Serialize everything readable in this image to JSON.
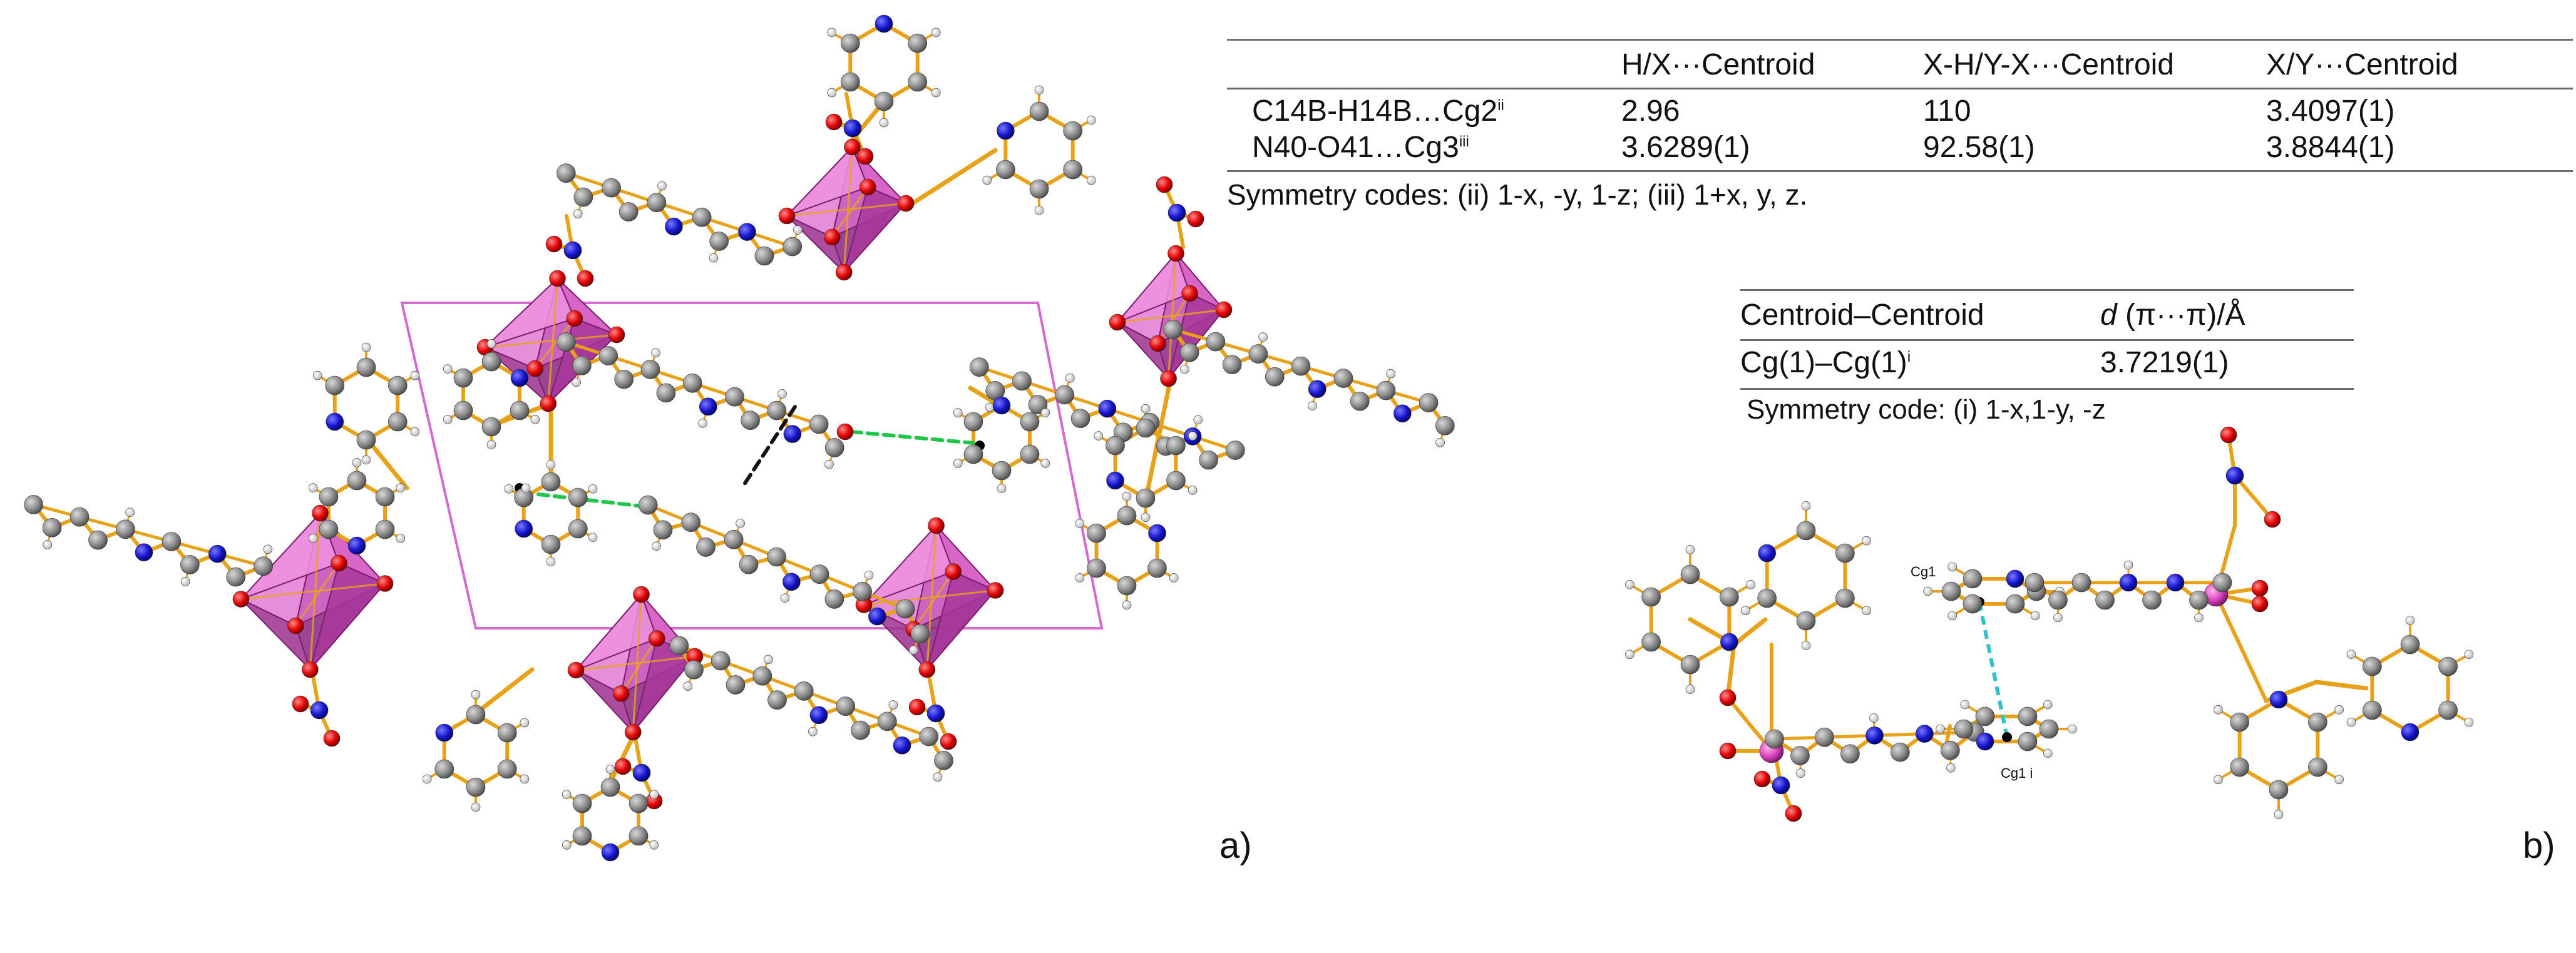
{
  "contacts_table": {
    "headers": [
      "H/X···Centroid",
      "X-H/Y-X···Centroid",
      "X/Y···Centroid"
    ],
    "rows": [
      {
        "label": "C14B-H14B…Cg2",
        "sup": "ii",
        "values": [
          "2.96",
          "110",
          "3.4097(1)"
        ]
      },
      {
        "label": "N40-O41…Cg3",
        "sup": "iii",
        "values": [
          "3.6289(1)",
          "92.58(1)",
          "3.8844(1)"
        ]
      }
    ],
    "footnote": "Symmetry codes: (ii) 1-x, -y, 1-z; (iii) 1+x, y, z."
  },
  "stacking_table": {
    "headers": [
      "Centroid–Centroid",
      "d",
      "(π···π)/Å"
    ],
    "row": {
      "label": "Cg(1)–Cg(1)",
      "sup": "i",
      "value": "3.7219(1)"
    },
    "footnote": "Symmetry code: (i) 1-x,1-y, -z"
  },
  "panel_labels": {
    "a": "a)",
    "b": "b)"
  },
  "centroid_labels": {
    "cg1": "Cg1",
    "cg1i": "Cg1 i"
  },
  "colors": {
    "carbon": "#808080",
    "nitrogen": "#1414c8",
    "oxygen": "#e60000",
    "hydrogen": "#f2f2f2",
    "metal": "#d63fb8",
    "bond": "#e8a21a",
    "polyhedron": "#c83cb4",
    "unit_cell": "#d46ad0",
    "contact_green": "#22c44a",
    "contact_black": "#111111",
    "contact_cyan": "#2fc3c8"
  }
}
